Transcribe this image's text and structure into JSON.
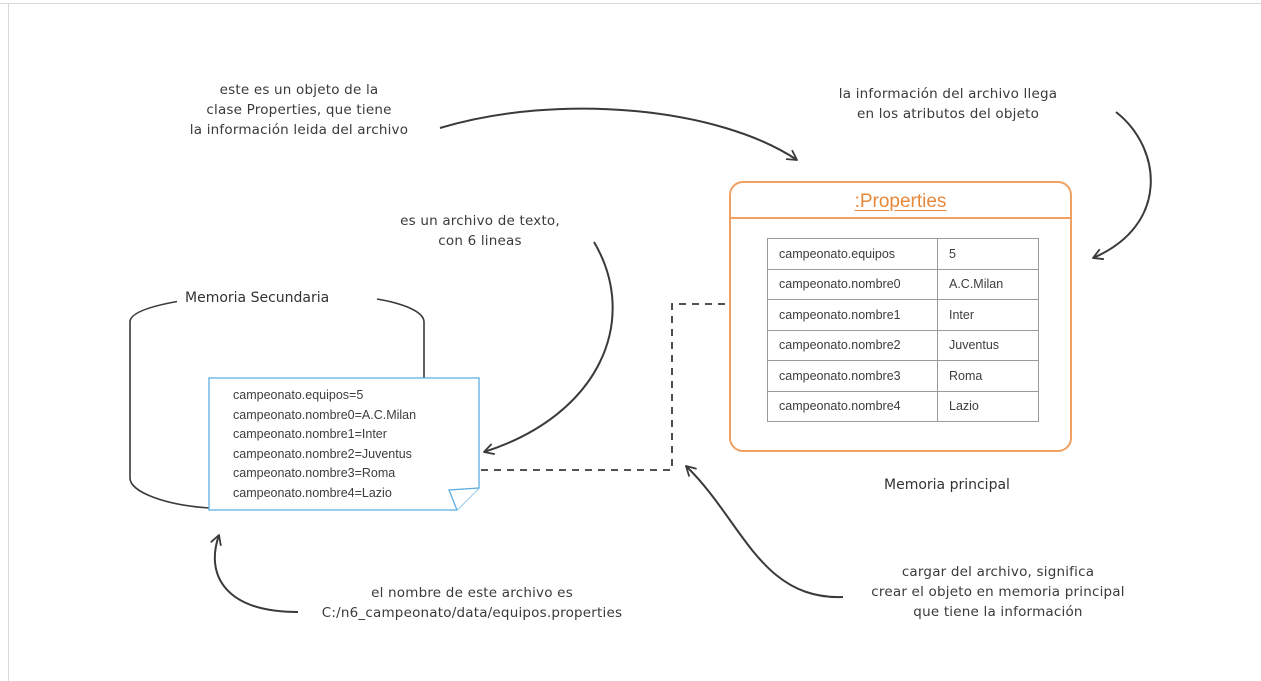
{
  "notes": {
    "properties_object": [
      "este es un objeto de la",
      "clase Properties, que tiene",
      "la información leida del archivo"
    ],
    "attributes": [
      "la información del archivo llega",
      "en los atributos del objeto"
    ],
    "text_file": [
      "es un archivo de texto,",
      "con 6 lineas"
    ],
    "file_name": [
      "el nombre de este archivo es",
      "C:/n6_campeonato/data/equipos.properties"
    ],
    "load": [
      "cargar del archivo, significa",
      "crear el objeto en memoria principal",
      "que tiene la información"
    ]
  },
  "secondary_memory": {
    "label": "Memoria Secundaria",
    "file_lines": [
      "campeonato.equipos=5",
      "campeonato.nombre0=A.C.Milan",
      "campeonato.nombre1=Inter",
      "campeonato.nombre2=Juventus",
      "campeonato.nombre3=Roma",
      "campeonato.nombre4=Lazio"
    ]
  },
  "properties_object": {
    "title": ":Properties",
    "rows": [
      {
        "key": "campeonato.equipos",
        "value": "5"
      },
      {
        "key": "campeonato.nombre0",
        "value": "A.C.Milan"
      },
      {
        "key": "campeonato.nombre1",
        "value": "Inter"
      },
      {
        "key": "campeonato.nombre2",
        "value": "Juventus"
      },
      {
        "key": "campeonato.nombre3",
        "value": "Roma"
      },
      {
        "key": "campeonato.nombre4",
        "value": "Lazio"
      }
    ]
  },
  "main_memory": {
    "label": "Memoria principal"
  },
  "colors": {
    "accent": "#e8883a",
    "file_border": "#5aaee0",
    "ink": "#3a3a3a"
  }
}
